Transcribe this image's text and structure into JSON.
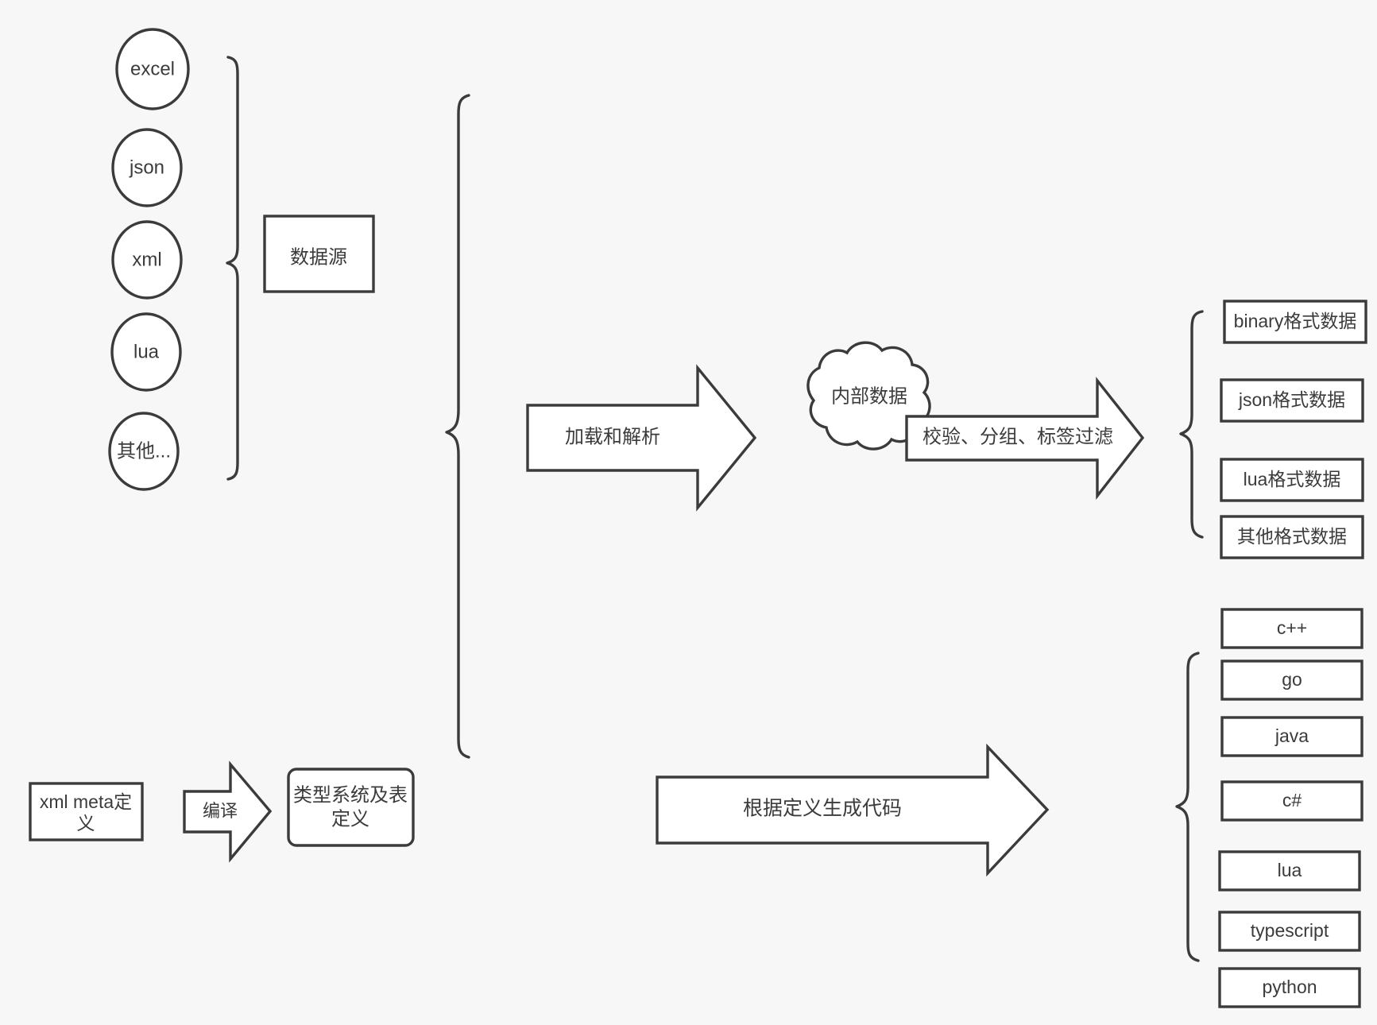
{
  "diagram": {
    "title": "data pipeline diagram",
    "background_color": "#f7f7f7",
    "stroke_color": "#3b3b3b",
    "fill_color": "#ffffff"
  },
  "sources": {
    "group_label": "数据源",
    "items": [
      {
        "label": "excel"
      },
      {
        "label": "json"
      },
      {
        "label": "xml"
      },
      {
        "label": "lua"
      },
      {
        "label": "其他..."
      }
    ]
  },
  "definition": {
    "source_box": "xml meta定义",
    "compile_arrow": "编译",
    "target_box": "类型系统及表定义"
  },
  "pipeline": {
    "load_arrow": "加载和解析",
    "internal_cloud": "内部数据",
    "filter_arrow": "校验、分组、标签过滤",
    "codegen_arrow": "根据定义生成代码"
  },
  "outputs": {
    "data_formats": [
      {
        "label": "binary格式数据"
      },
      {
        "label": "json格式数据"
      },
      {
        "label": "lua格式数据"
      },
      {
        "label": "其他格式数据"
      }
    ],
    "languages": [
      {
        "label": "c++"
      },
      {
        "label": "go"
      },
      {
        "label": "java"
      },
      {
        "label": "c#"
      },
      {
        "label": "lua"
      },
      {
        "label": "typescript"
      },
      {
        "label": "python"
      }
    ]
  }
}
